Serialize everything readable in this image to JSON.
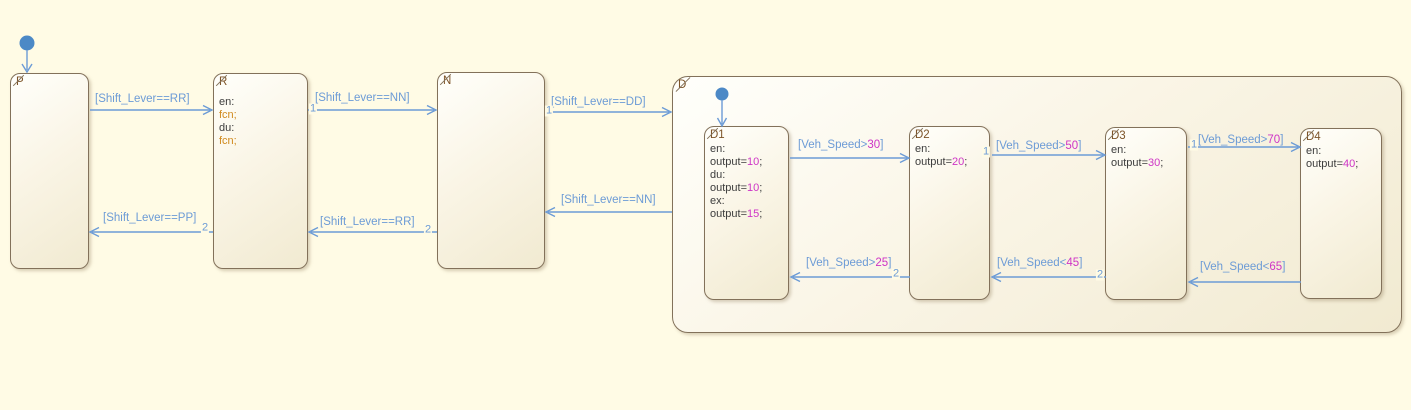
{
  "diagram": {
    "colors": {
      "canvas": "#FFFBE5",
      "transition_blue": "#6C9BD6",
      "initial_dot_blue": "#4C89C6",
      "number_magenta": "#CE35C6",
      "keyword_orange": "#D08A1E",
      "state_border": "#82715A",
      "state_title_brown": "#7D5428",
      "body_text": "#3C3C3C"
    },
    "states": {
      "P": {
        "title": "P"
      },
      "R": {
        "title": "R",
        "body": [
          {
            "text": "en:"
          },
          {
            "text": "fcn;"
          },
          {
            "text": "du:"
          },
          {
            "text": "fcn;"
          }
        ]
      },
      "N": {
        "title": "N"
      },
      "D": {
        "title": "D"
      },
      "D1": {
        "title": "D1",
        "body": [
          {
            "text": "en:"
          },
          {
            "pre": "output=",
            "num": "10",
            "post": ";"
          },
          {
            "text": "du:"
          },
          {
            "pre": "output=",
            "num": "10",
            "post": ";"
          },
          {
            "text": "ex:"
          },
          {
            "pre": "output=",
            "num": "15",
            "post": ";"
          }
        ]
      },
      "D2": {
        "title": "D2",
        "body": [
          {
            "text": "en:"
          },
          {
            "pre": "output=",
            "num": "20",
            "post": ";"
          }
        ]
      },
      "D3": {
        "title": "D3",
        "body": [
          {
            "text": "en:"
          },
          {
            "pre": "output=",
            "num": "30",
            "post": ";"
          }
        ]
      },
      "D4": {
        "title": "D4",
        "body": [
          {
            "text": "en:"
          },
          {
            "pre": "output=",
            "num": "40",
            "post": ";"
          }
        ]
      }
    },
    "transitions": {
      "p_to_r": {
        "pre": "[Shift_Lever==RR]"
      },
      "r_to_p": {
        "pre": "[Shift_Lever==PP]",
        "order": "2"
      },
      "r_to_n": {
        "pre": "[Shift_Lever==NN]",
        "order": "1"
      },
      "n_to_r": {
        "pre": "[Shift_Lever==RR]",
        "order": "2"
      },
      "n_to_d": {
        "pre": "[Shift_Lever==DD]",
        "order": "1"
      },
      "d_to_n": {
        "pre": "[Shift_Lever==NN]"
      },
      "d1_to_d2": {
        "pre": "[Veh_Speed>",
        "num": "30",
        "post": "]"
      },
      "d2_to_d1": {
        "pre": "[Veh_Speed>",
        "num": "25",
        "post": "]",
        "order": "2"
      },
      "d2_to_d3": {
        "pre": "[Veh_Speed>",
        "num": "50",
        "post": "]",
        "order": "1"
      },
      "d3_to_d2": {
        "pre": "[Veh_Speed<",
        "num": "45",
        "post": "]",
        "order": "2"
      },
      "d3_to_d4": {
        "pre": "[Veh_Speed>",
        "num": "70",
        "post": "]",
        "order": "1"
      },
      "d4_to_d3": {
        "pre": "[Veh_Speed<",
        "num": "65",
        "post": "]"
      }
    }
  }
}
